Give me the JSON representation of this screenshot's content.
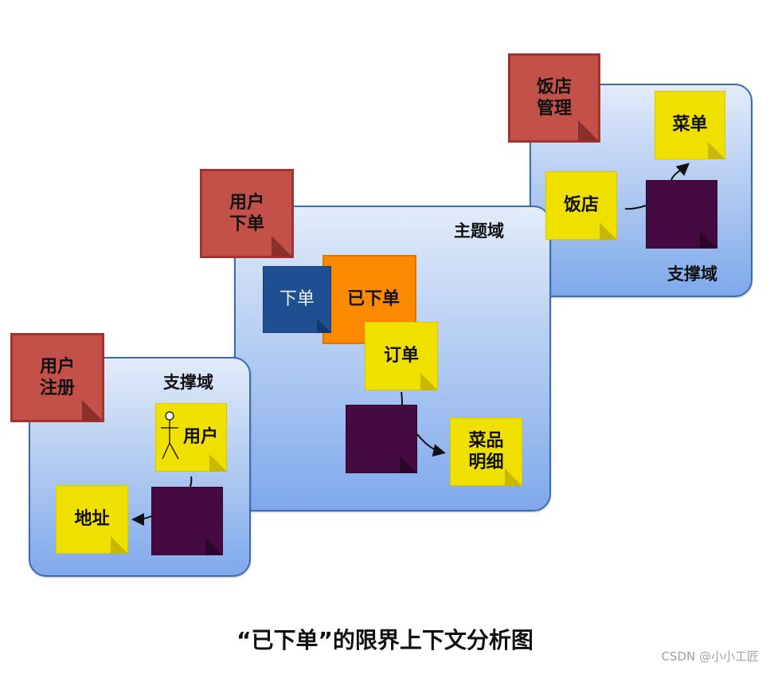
{
  "domains": {
    "restaurant": {
      "label": "支撑域"
    },
    "core": {
      "label": "主题域"
    },
    "user": {
      "label": "支撑域"
    }
  },
  "stickies": {
    "restaurant_mgmt": "饭店\n管理",
    "menu": "菜单",
    "restaurant": "饭店",
    "user_order": "用户\n下单",
    "place_order": "下单",
    "ordered": "已下单",
    "order": "订单",
    "dish_detail": "菜品\n明细",
    "user_register": "用户\n注册",
    "user": "用户",
    "address": "地址"
  },
  "caption": "“已下单”的限界上下文分析图",
  "watermark": "CSDN @小小工匠",
  "colors": {
    "domain_bg": "#a7c4f0",
    "command_red": "#c3514a",
    "entity_yellow": "#f0e000",
    "event_orange": "#fb8a00",
    "command_blue": "#1d4f91",
    "aggregate_purple": "#450a42"
  }
}
